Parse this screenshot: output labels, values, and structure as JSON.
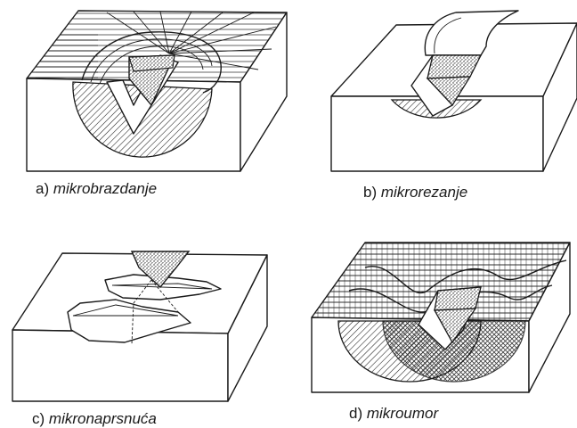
{
  "panels": [
    {
      "id": "a",
      "prefix": "a)",
      "label": "mikrobrazdanje"
    },
    {
      "id": "b",
      "prefix": "b)",
      "label": "mikrorezanje"
    },
    {
      "id": "c",
      "prefix": "c)",
      "label": "mikronaprsnuća"
    },
    {
      "id": "d",
      "prefix": "d)",
      "label": "mikroumor"
    }
  ]
}
